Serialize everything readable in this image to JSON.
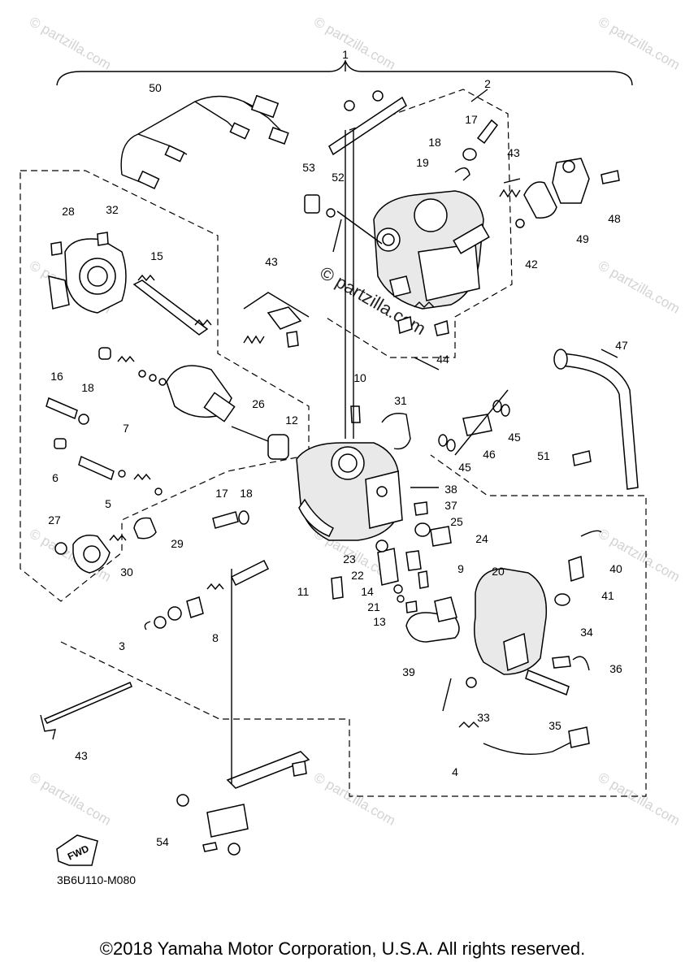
{
  "diagram": {
    "code": "3B6U110-M080",
    "fwd_label": "FWD",
    "watermark_small": "© partzilla.com",
    "watermark_large": "© partzilla.com",
    "callouts": {
      "c1": "1",
      "c2": "2",
      "c3": "3",
      "c4": "4",
      "c5": "5",
      "c6": "6",
      "c7": "7",
      "c8": "8",
      "c9": "9",
      "c10": "10",
      "c11": "11",
      "c12": "12",
      "c13": "13",
      "c14": "14",
      "c15": "15",
      "c16": "16",
      "c17a": "17",
      "c17b": "17",
      "c18a": "18",
      "c18b": "18",
      "c18c": "18",
      "c19": "19",
      "c20": "20",
      "c21": "21",
      "c22": "22",
      "c23": "23",
      "c24": "24",
      "c25": "25",
      "c26": "26",
      "c27": "27",
      "c28": "28",
      "c29": "29",
      "c30": "30",
      "c31": "31",
      "c32": "32",
      "c33": "33",
      "c34": "34",
      "c35": "35",
      "c36": "36",
      "c37": "37",
      "c38": "38",
      "c39": "39",
      "c40": "40",
      "c41": "41",
      "c42": "42",
      "c43a": "43",
      "c43b": "43",
      "c43c": "43",
      "c44": "44",
      "c45a": "45",
      "c45b": "45",
      "c46": "46",
      "c47": "47",
      "c48": "48",
      "c49": "49",
      "c50": "50",
      "c51": "51",
      "c52": "52",
      "c53": "53",
      "c54": "54"
    }
  },
  "footer": {
    "copyright": "©2018 Yamaha Motor Corporation, U.S.A. All rights reserved."
  }
}
